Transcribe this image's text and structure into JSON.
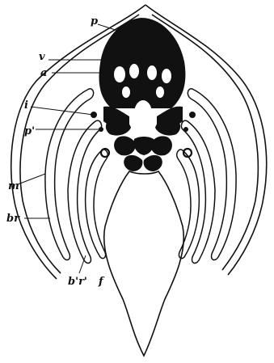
{
  "figure": {
    "labels": {
      "p": "p",
      "v": "v",
      "a": "a",
      "i": "i",
      "p_prime": "p'",
      "m": "m",
      "br": "br",
      "br_prime": "b'r'",
      "f": "f"
    },
    "colors": {
      "ink": "#111111",
      "paper": "#ffffff"
    }
  }
}
